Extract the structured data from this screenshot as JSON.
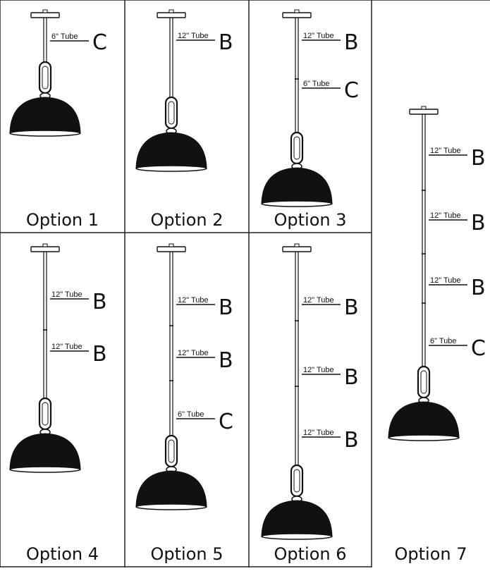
{
  "options": [
    {
      "label": "Option 1",
      "tubes": [
        {
          "text": "6\" Tube",
          "code": "C"
        }
      ]
    },
    {
      "label": "Option 2",
      "tubes": [
        {
          "text": "12\" Tube",
          "code": "B"
        }
      ]
    },
    {
      "label": "Option 3",
      "tubes": [
        {
          "text": "12\" Tube",
          "code": "B"
        },
        {
          "text": "6\" Tube",
          "code": "C"
        }
      ]
    },
    {
      "label": "Option 4",
      "tubes": [
        {
          "text": "12\" Tube",
          "code": "B"
        },
        {
          "text": "12\" Tube",
          "code": "B"
        }
      ]
    },
    {
      "label": "Option 5",
      "tubes": [
        {
          "text": "12\" Tube",
          "code": "B"
        },
        {
          "text": "12\" Tube",
          "code": "B"
        },
        {
          "text": "6\" Tube",
          "code": "C"
        }
      ]
    },
    {
      "label": "Option 6",
      "tubes": [
        {
          "text": "12\" Tube",
          "code": "B"
        },
        {
          "text": "12\" Tube",
          "code": "B"
        },
        {
          "text": "12\" Tube",
          "code": "B"
        }
      ]
    },
    {
      "label": "Option 7",
      "tubes": [
        {
          "text": "12\" Tube",
          "code": "B"
        },
        {
          "text": "12\" Tube",
          "code": "B"
        },
        {
          "text": "12\" Tube",
          "code": "B"
        },
        {
          "text": "6\" Tube",
          "code": "C"
        }
      ]
    }
  ]
}
